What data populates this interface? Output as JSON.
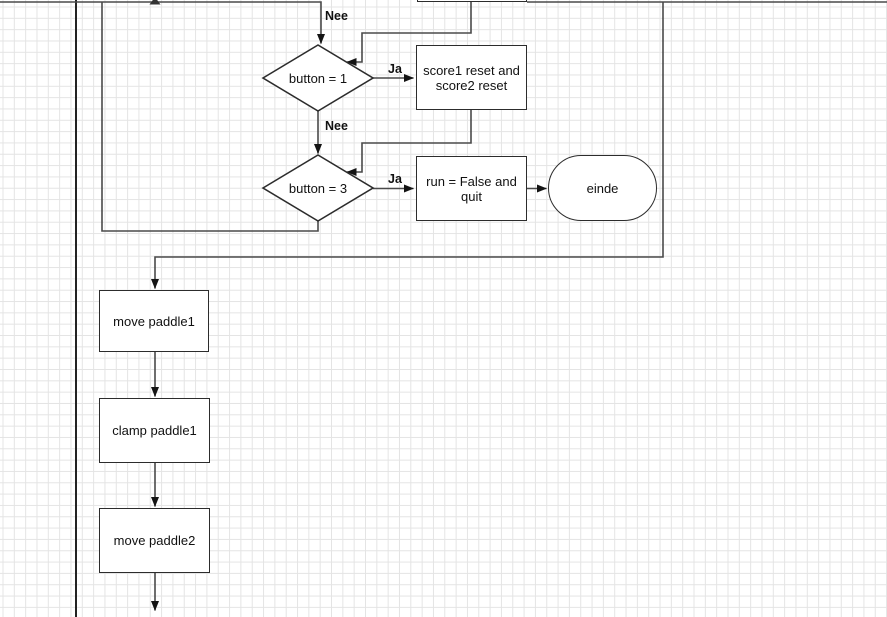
{
  "canvas": {
    "background": "#ffffff",
    "grid_color": "#e4e4e4"
  },
  "colors": {
    "shape_border": "#2c2c2c",
    "connector": "#4a4a4a",
    "arrowhead": "#141414",
    "text": "#111111"
  },
  "nodes": {
    "decision_button1": {
      "label": "button = 1"
    },
    "decision_button3": {
      "label": "button = 3"
    },
    "process_score_reset": {
      "line1": "score1 reset and",
      "line2": "score2 reset"
    },
    "process_run_quit": {
      "line1": "run = False and",
      "line2": "quit"
    },
    "terminator_einde": {
      "label": "einde"
    },
    "process_move_paddle1": {
      "label": "move paddle1"
    },
    "process_clamp_paddle1": {
      "label": "clamp paddle1"
    },
    "process_move_paddle2": {
      "label": "move paddle2"
    }
  },
  "edge_labels": {
    "nee_above_button1": "Nee",
    "ja_button1": "Ja",
    "nee_between_decisions": "Nee",
    "ja_button3": "Ja"
  }
}
